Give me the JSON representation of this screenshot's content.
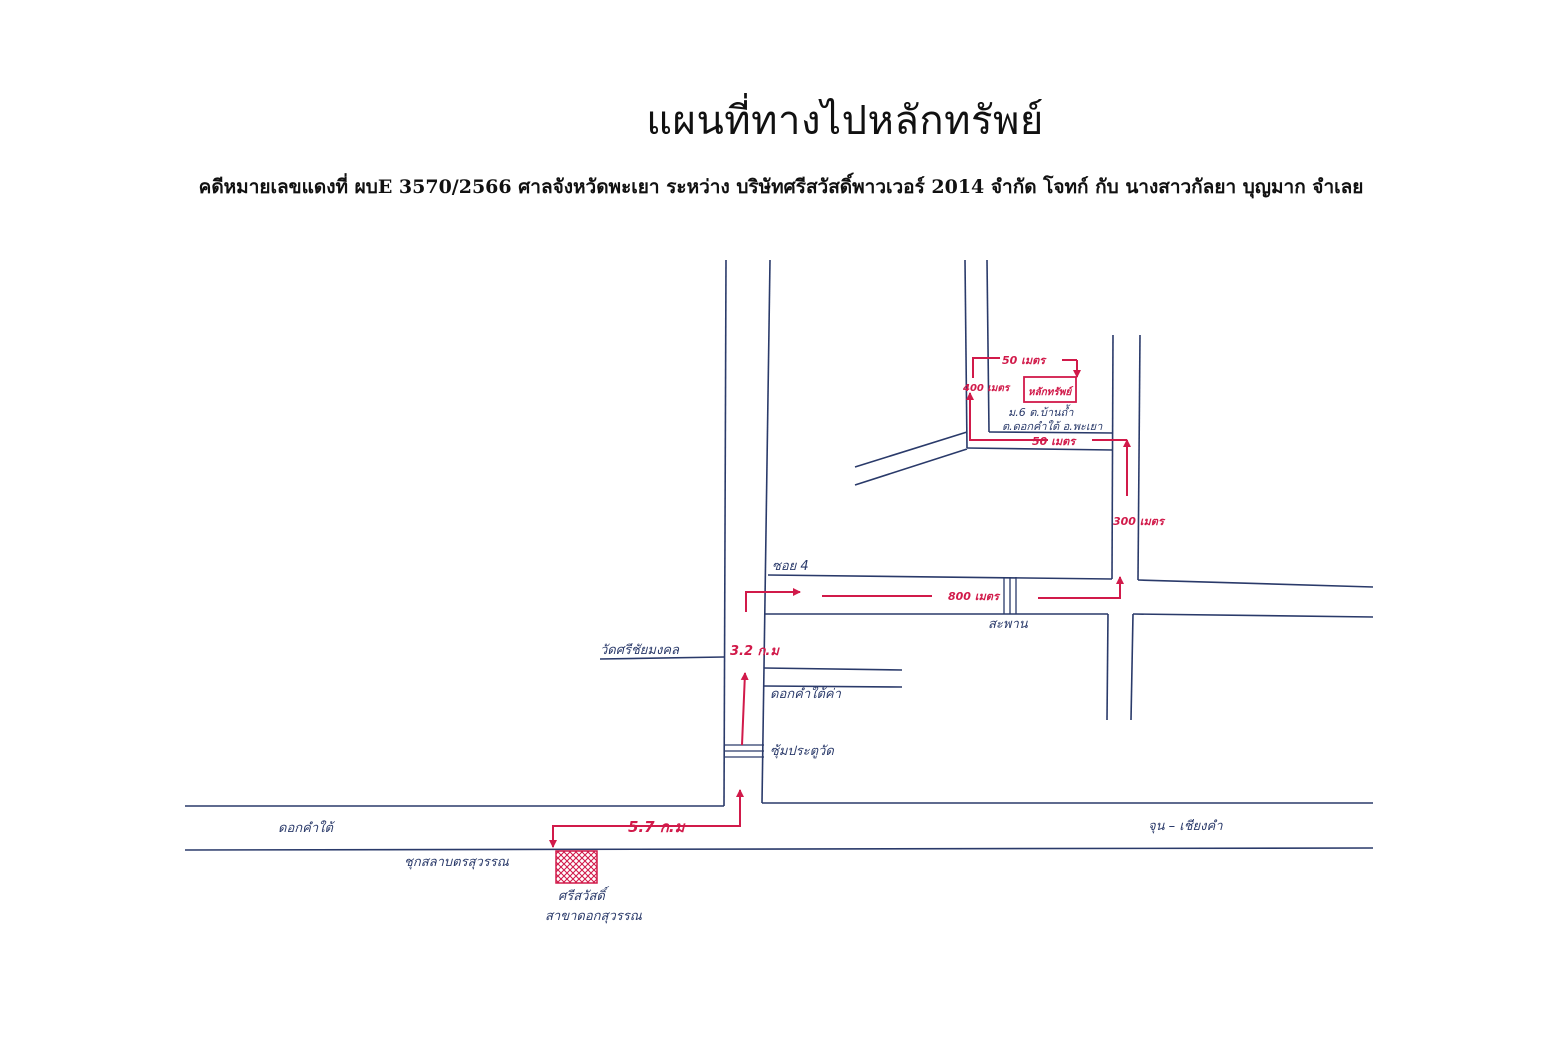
{
  "header": {
    "title": "แผนที่ทางไปหลักทรัพย์",
    "case_line": "คดีหมายเลขแดงที่ ผบE 3570/2566   ศาลจังหวัดพะเยา ระหว่าง  บริษัทศรีสวัสดิ์พาวเวอร์ 2014 จำกัด โจทก์  กับ  นางสาวกัลยา บุญมาก จำเลย"
  },
  "map": {
    "colors": {
      "road": "#2a3a6a",
      "route": "#d11a4a",
      "handwriting": "#2a3a6a"
    },
    "labels": {
      "road_left": "ดอกคำใต้",
      "road_right": "จุน  –  เชียงคำ",
      "start_name": "ชุกสลาบตรสุวรรณ",
      "start_branch": "ศรีสวัสดิ์",
      "start_branch_2": "สาขาดอกสุวรรณ",
      "distance_main": "5.7 ก.ม",
      "bridge_junction": "ซุ้มประตูวัด",
      "side_road": "ดอกคำใต้ค่า",
      "temple": "วัดศรีชัยมงคล",
      "distance_north": "3.2 ก.ม",
      "soi": "ซอย 4",
      "distance_east": "800 เมตร",
      "bridge_east": "สะพาน",
      "distance_up": "300 เมตร",
      "distance_top": "50 เมตร",
      "distance_left": "400 เมตร",
      "distance_bottom": "50 เมตร",
      "property": "หลักทรัพย์",
      "address_1": "ม.6 ต.บ้านถ้ำ",
      "address_2": "ต.ดอกคำใต้ อ.พะเยา"
    }
  }
}
